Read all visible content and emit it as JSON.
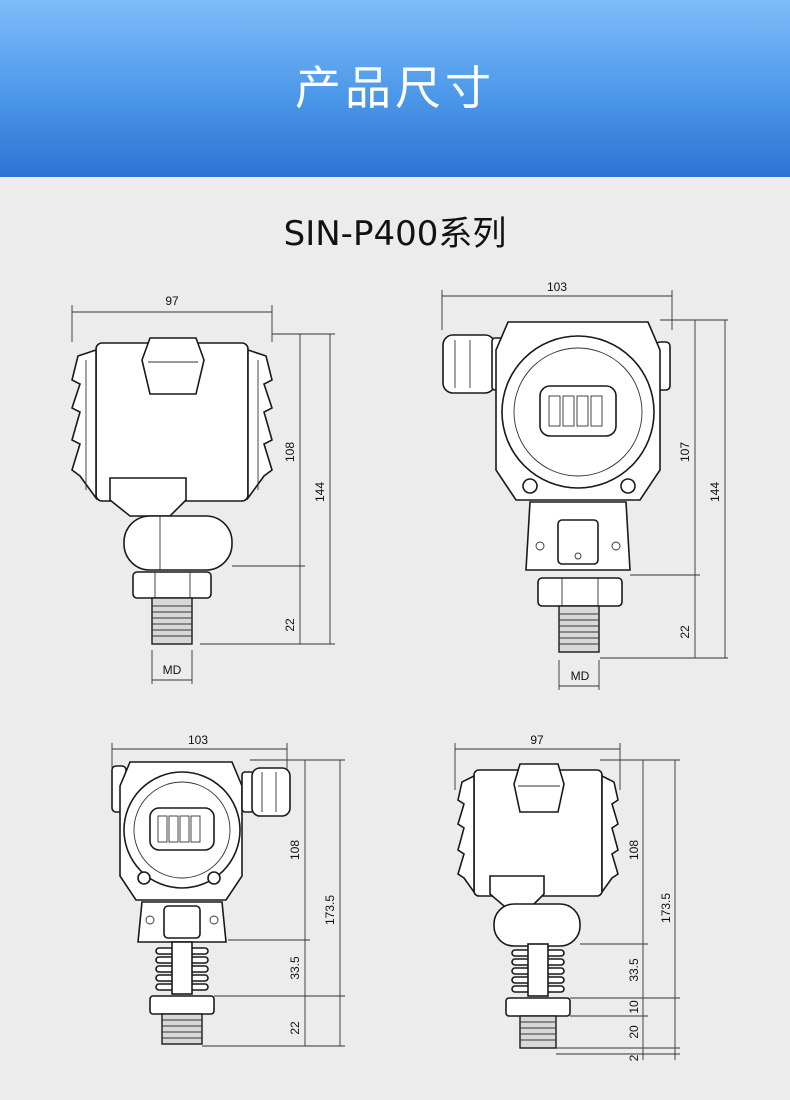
{
  "header": {
    "title": "产品尺寸",
    "background": "#4b97e8"
  },
  "series_title": "SIN-P400系列",
  "drawings": {
    "side_view_1": {
      "width": "97",
      "height_upper": "108",
      "height_total": "144",
      "thread": "22",
      "md": "MD"
    },
    "front_view_1": {
      "width": "103",
      "height_upper": "107",
      "height_total": "144",
      "thread": "22",
      "md": "MD"
    },
    "front_view_2": {
      "width": "103",
      "height_upper": "108",
      "height_total": "173.5",
      "fin": "33.5",
      "thread": "22"
    },
    "side_view_2": {
      "width": "97",
      "height_upper": "108",
      "height_total": "173.5",
      "fin": "33.5",
      "nut": "10",
      "thread": "20",
      "bottom": "2"
    }
  }
}
